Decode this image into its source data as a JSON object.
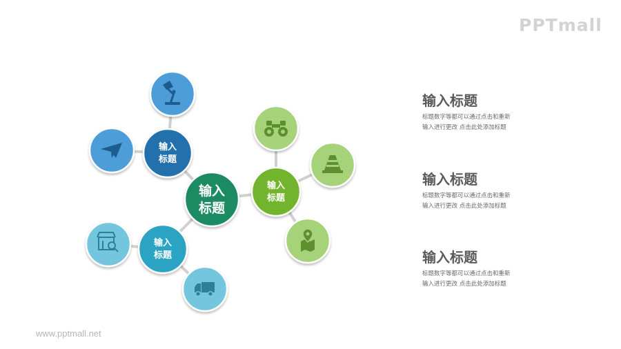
{
  "logo": "PPTmall",
  "website": "www.pptmall.net",
  "colors": {
    "center": "#1e8a62",
    "blue_dark": "#2171ac",
    "blue_light": "#4d9dd8",
    "teal_dark": "#2ba4c2",
    "teal_light": "#73c6de",
    "green_dark": "#72b42e",
    "green_light": "#a6d27a",
    "connector": "#d0d0d0"
  },
  "diagram": {
    "center": {
      "label": [
        "输入",
        "标题"
      ]
    },
    "hubs": [
      {
        "id": "blue",
        "label": [
          "输入",
          "标题"
        ],
        "leaves": [
          "desk-lamp-icon",
          "paper-plane-icon"
        ]
      },
      {
        "id": "teal",
        "label": [
          "输入",
          "标题"
        ],
        "leaves": [
          "shop-search-icon",
          "delivery-truck-icon"
        ]
      },
      {
        "id": "green",
        "label": [
          "输入",
          "标题"
        ],
        "leaves": [
          "binoculars-icon",
          "traffic-cone-icon",
          "map-pin-icon"
        ]
      }
    ]
  },
  "text_blocks": [
    {
      "title": "输入标题",
      "desc_line1": "标题数字等都可以通过点击和重新",
      "desc_line2": "输入进行更改 点击此处添加标题"
    },
    {
      "title": "输入标题",
      "desc_line1": "标题数字等都可以通过点击和重新",
      "desc_line2": "输入进行更改 点击此处添加标题"
    },
    {
      "title": "输入标题",
      "desc_line1": "标题数字等都可以通过点击和重新",
      "desc_line2": "输入进行更改 点击此处添加标题"
    }
  ]
}
